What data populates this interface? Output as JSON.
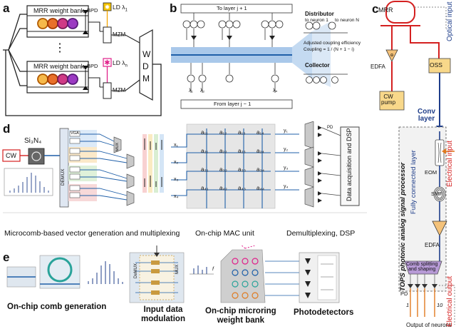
{
  "panel_labels": {
    "a": "a",
    "b": "b",
    "c": "c",
    "d": "d",
    "e": "e"
  },
  "panel_a": {
    "bank_label": "MRR weight bank",
    "bpd": "BPD",
    "ld_top": "LD λ",
    "ld_top_sub": "1",
    "ld_bottom": "LD λ",
    "ld_bottom_sub": "n",
    "mzm": "MZM",
    "wdm": [
      "W",
      "D",
      "M"
    ],
    "dots": "⋮"
  },
  "panel_b": {
    "top_bar": "To layer j + 1",
    "bottom_bar": "From layer j − 1",
    "distributor": "Distributor",
    "to_neuron_1": "to neuron 1",
    "to_neuron_n": "to neuron N",
    "coupling_1": "Adjusted coupling efficiency",
    "coupling_2": "Coupling = 1 / (N + 1 − i)",
    "collector": "Collector",
    "lambda_1": "λ₁",
    "lambda_2": "λ₂",
    "lambda_n": "λₙ"
  },
  "panel_c": {
    "mrr": "MRR",
    "edfa_top": "EDFA",
    "cw_pump_1": "CW",
    "cw_pump_2": "pump",
    "oss": "OSS",
    "conv_1": "Conv",
    "conv_2": "layer",
    "optical_input": "Optical input",
    "eom": "EOM",
    "fully_connected": "Fully connected layer",
    "smf": "SMF",
    "electrical_input": "Electrical input",
    "tops": "TOPS photonic analog signal processor",
    "edfa_bottom": "EDFA",
    "comb_split_1": "Comb splitting",
    "comb_split_2": "and shaping",
    "pd": "PD",
    "n1": "1",
    "n10": "10",
    "outputs": "Output of neurons",
    "electrical_output": "Electrical output"
  },
  "panel_d": {
    "cw": "CW",
    "si3n4": "Si₃N₄",
    "demux": "DEMUX",
    "vga": "VGA",
    "mux": "MUX",
    "pd": "PD",
    "daq": "Data acquisition and DSP",
    "cap_left": "Microcomb-based vector generation and multiplexing",
    "cap_mid": "On-chip MAC unit",
    "cap_right": "Demultiplexing, DSP",
    "cells": [
      "a₁₁",
      "a₁₂",
      "a₁₃",
      "a₁₄",
      "a₂₁",
      "a₂₂",
      "a₂₃",
      "a₂₄",
      "a₃₁",
      "a₃₂",
      "a₃₃",
      "a₃₄",
      "a₄₁",
      "a₄₂",
      "a₄₃",
      "a₄₄"
    ],
    "y_labels": [
      "y₁",
      "y₂",
      "y₃",
      "y₄"
    ],
    "x_labels": [
      "x₁",
      "x₂",
      "x₃",
      "x₄"
    ]
  },
  "panel_e": {
    "demux": "DeMUX",
    "mux": "MUX",
    "cap_1": "On-chip comb generation",
    "cap_2a": "Input data",
    "cap_2b": "modulation",
    "cap_3a": "On-chip microring",
    "cap_3b": "weight bank",
    "cap_4": "Photodetectors",
    "f": "f"
  },
  "colors": {
    "red": "#d42020",
    "blue": "#1f5fa8",
    "light_blue": "#a9c8ea",
    "orange": "#f0a040",
    "magenta": "#e0208a",
    "yellow": "#f5c400",
    "purple": "#7a3fa0",
    "gray_fill": "#e6e6e6"
  }
}
